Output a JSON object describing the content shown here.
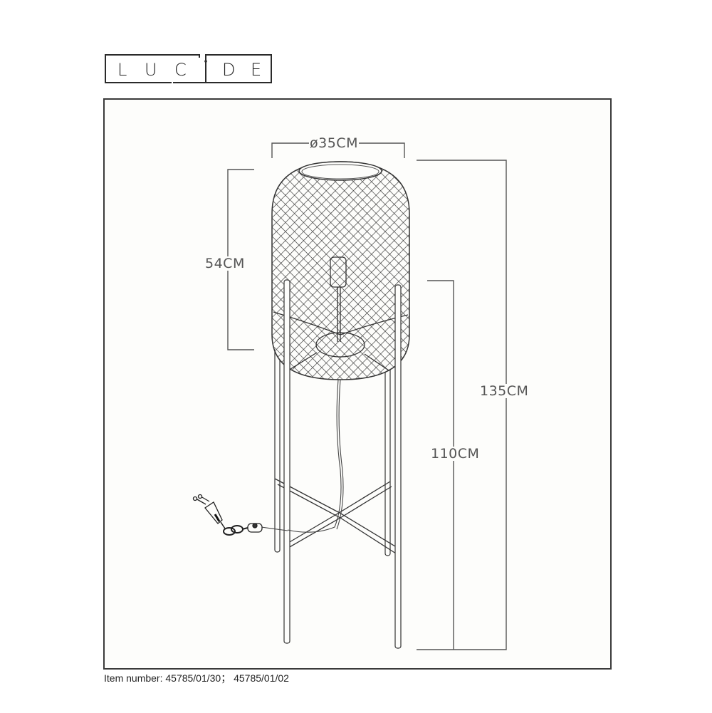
{
  "brand": {
    "logo_letters": [
      "L",
      "U",
      "C",
      "i",
      "D",
      "E"
    ],
    "logo_text": "LUCIDE"
  },
  "diagram": {
    "subject": "floor lamp with mesh shade on four-leg stand",
    "colors": {
      "line": "#3a3a3a",
      "dimension_line": "#555555",
      "background": "#fdfdfb"
    },
    "dimensions": {
      "shade_diameter": "ø35CM",
      "shade_height": "54CM",
      "total_height": "135CM",
      "stand_height": "110CM"
    }
  },
  "footer": {
    "item_number": "Item number: 45785/01/30； 45785/01/02"
  }
}
